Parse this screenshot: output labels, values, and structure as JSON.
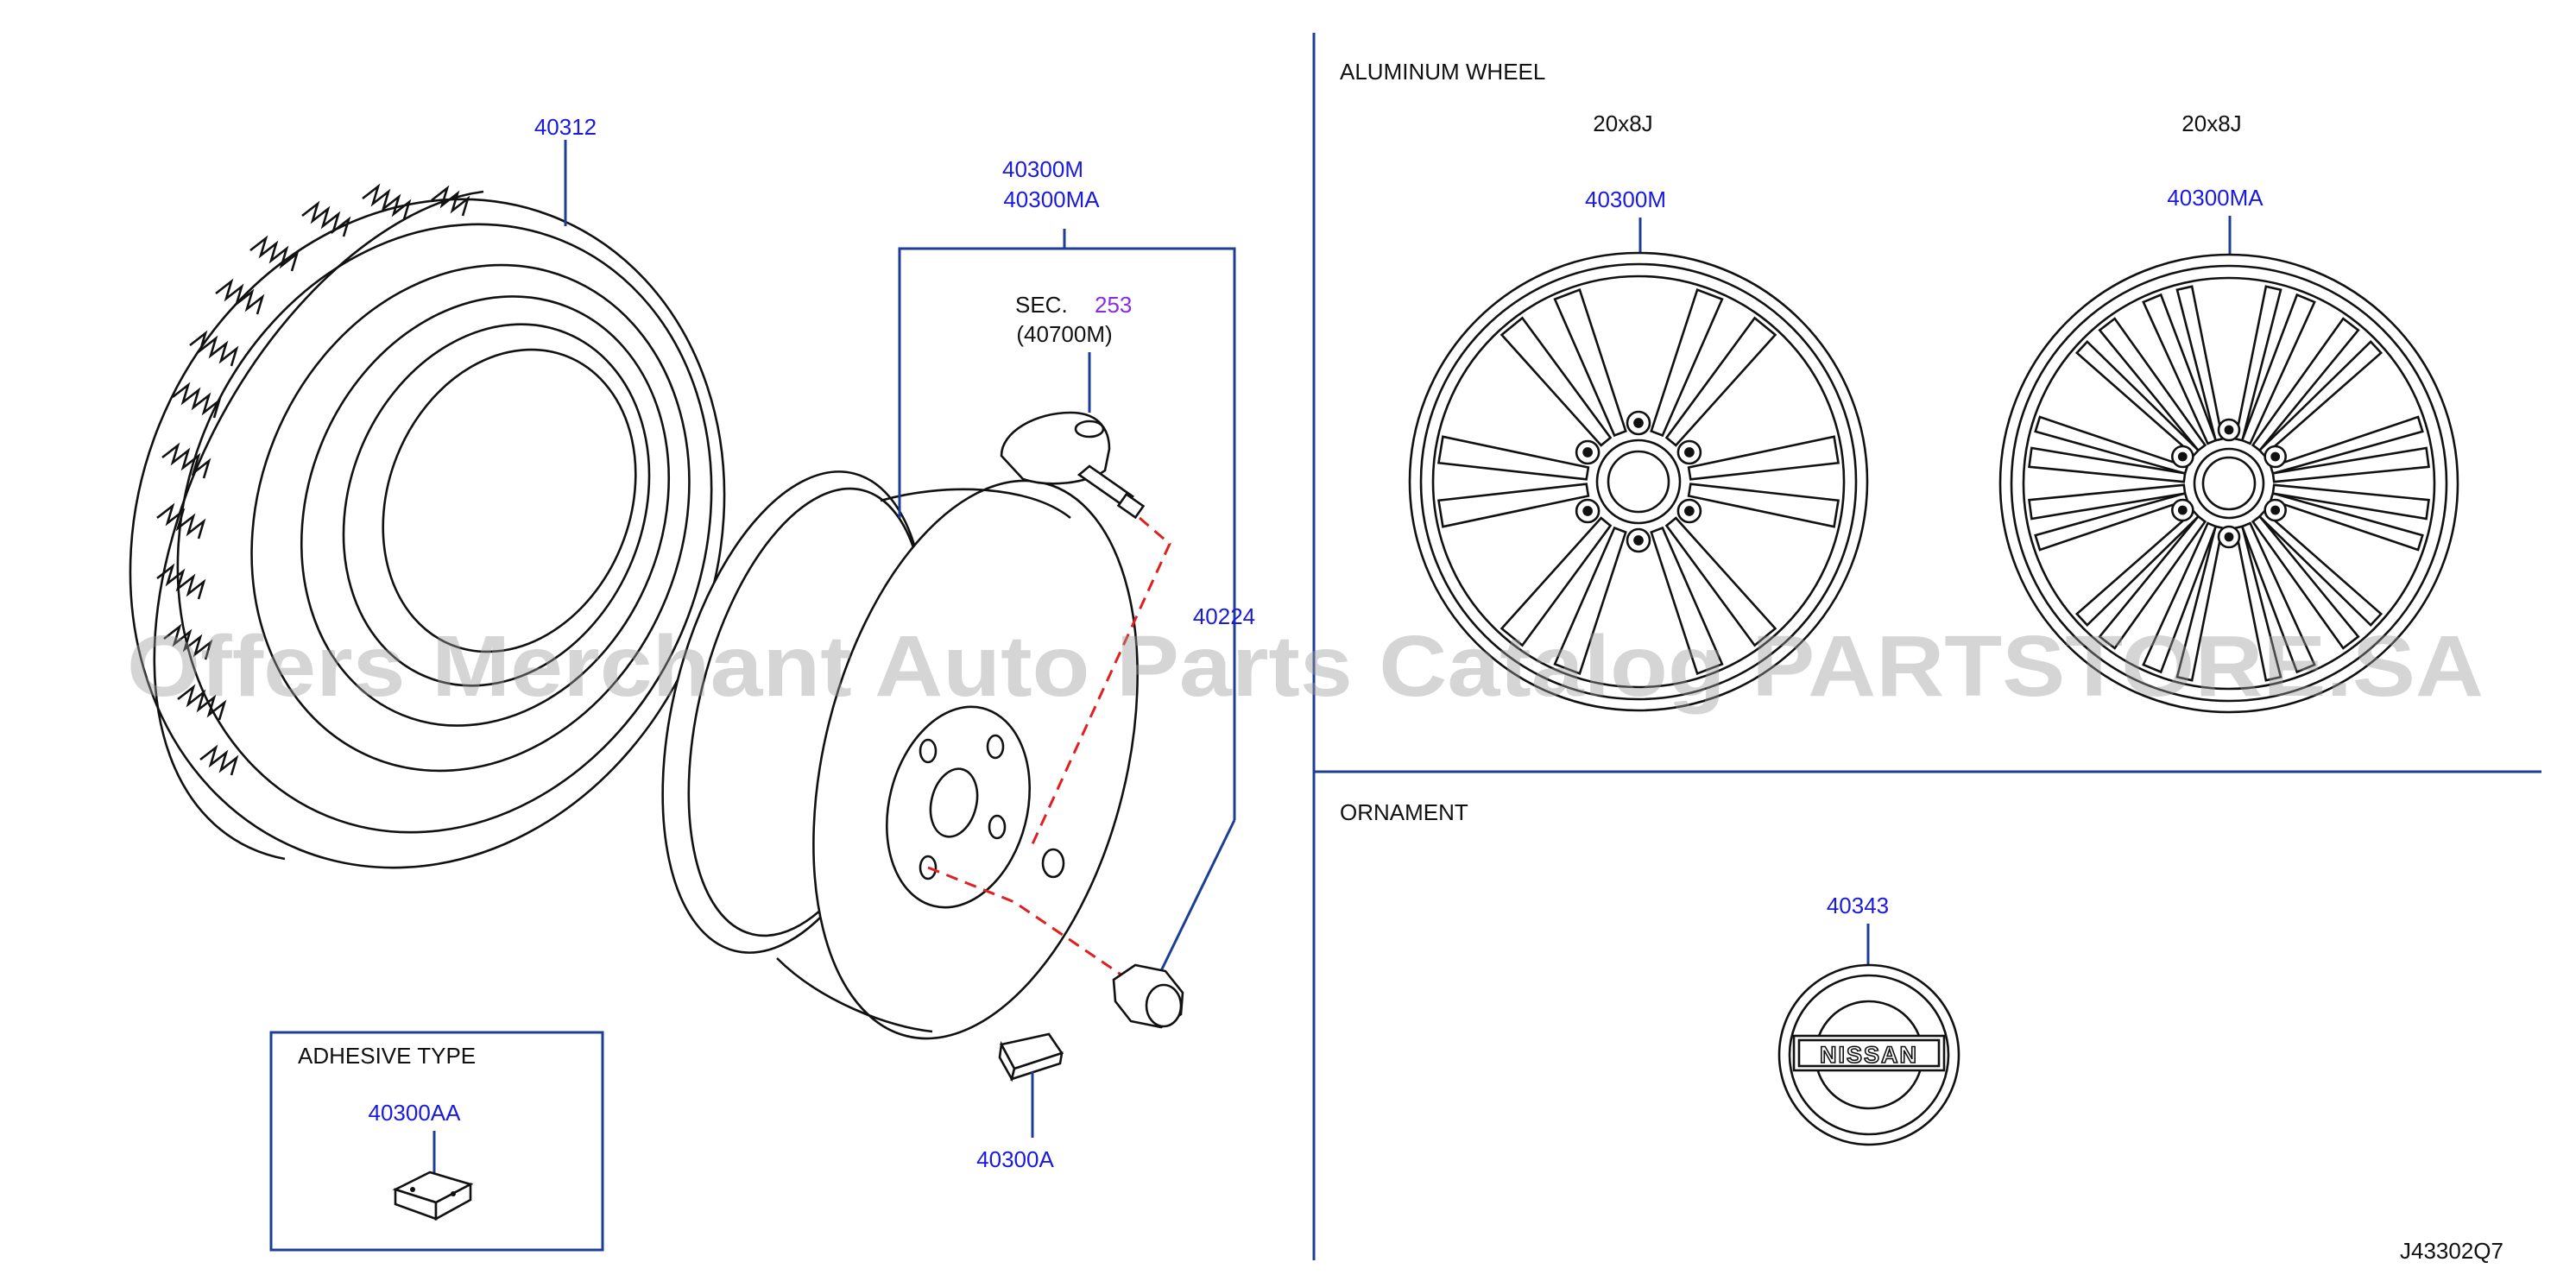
{
  "parts": {
    "tire": "40312",
    "wheel_m": "40300M",
    "wheel_ma": "40300MA",
    "sec_prefix": "SEC.",
    "sec_num": "253",
    "sensor": "(40700M)",
    "nut": "40224",
    "weight": "40300A",
    "adhesive_weight": "40300AA",
    "alum_m": "40300M",
    "alum_ma": "40300MA",
    "ornament": "40343"
  },
  "sections": {
    "aluminum_wheel": "ALUMINUM   WHEEL",
    "size_left": "20x8J",
    "size_right": "20x8J",
    "ornament": "ORNAMENT",
    "adhesive_type": "ADHESIVE   TYPE"
  },
  "emblem_text": "NISSAN",
  "diagram_code": "J43302Q7",
  "watermark": "Offers Merchant Auto Parts Catalog PARTSTORE.SA",
  "colors": {
    "part_number": "#1a1adf",
    "section_ref": "#8a2be2",
    "leader_line": "#1c3f95",
    "dashed_path": "#e02020",
    "ink": "#111111"
  }
}
